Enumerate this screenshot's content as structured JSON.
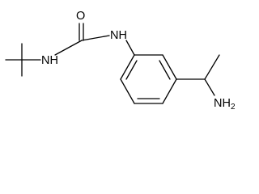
{
  "molecule": {
    "atoms": {
      "oxygen": "O",
      "urea_nh_left": "NH",
      "urea_nh_right": "NH",
      "amine_main": "NH",
      "amine_sub": "2"
    }
  }
}
